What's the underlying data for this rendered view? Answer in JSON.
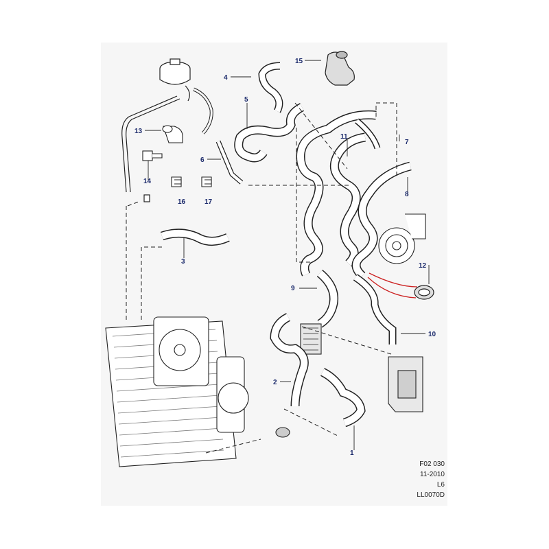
{
  "diagram": {
    "callouts": [
      {
        "id": "1",
        "label": "1"
      },
      {
        "id": "2",
        "label": "2"
      },
      {
        "id": "3",
        "label": "3"
      },
      {
        "id": "4",
        "label": "4"
      },
      {
        "id": "5",
        "label": "5"
      },
      {
        "id": "6",
        "label": "6"
      },
      {
        "id": "7",
        "label": "7"
      },
      {
        "id": "8",
        "label": "8"
      },
      {
        "id": "9",
        "label": "9"
      },
      {
        "id": "10",
        "label": "10"
      },
      {
        "id": "11",
        "label": "11"
      },
      {
        "id": "12",
        "label": "12"
      },
      {
        "id": "13",
        "label": "13"
      },
      {
        "id": "14",
        "label": "14"
      },
      {
        "id": "15",
        "label": "15"
      },
      {
        "id": "16",
        "label": "16"
      },
      {
        "id": "17",
        "label": "17"
      }
    ],
    "stamp": {
      "line1": "F02 030",
      "line2": "11-2010",
      "line3": "L6",
      "line4": "LL0070D"
    },
    "colors": {
      "background": "#ffffff",
      "panel": "#f6f6f6",
      "line": "#222222",
      "callout_text": "#1b2a6b",
      "highlight": "#cc2222"
    }
  }
}
